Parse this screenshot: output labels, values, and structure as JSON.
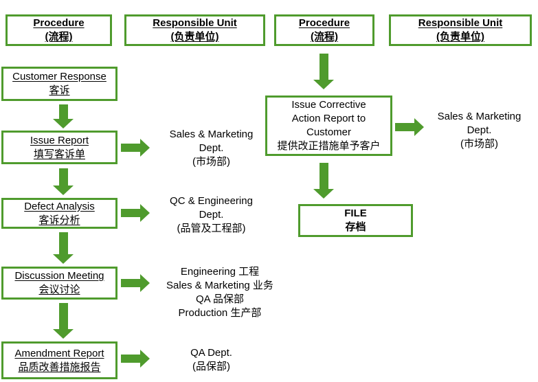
{
  "colors": {
    "green": "#4F9B2D"
  },
  "headers": [
    {
      "line1": "Procedure",
      "line2": "(流程)"
    },
    {
      "line1": "Responsible Unit",
      "line2": "(负责单位)"
    },
    {
      "line1": "Procedure",
      "line2": "(流程)"
    },
    {
      "line1": "Responsible Unit",
      "line2": "(负责单位)"
    }
  ],
  "left": {
    "steps": [
      {
        "line1": "Customer Response",
        "line2": "客诉"
      },
      {
        "line1": "Issue Report",
        "line2": "填写客诉单"
      },
      {
        "line1": "Defect Analysis",
        "line2": "客诉分析"
      },
      {
        "line1": "Discussion Meeting",
        "line2": "会议讨论"
      },
      {
        "line1": "Amendment Report",
        "line2": "品质改善措施报告"
      }
    ],
    "responsibles": [
      {
        "lines": [
          "Sales & Marketing",
          "Dept.",
          "(市场部)"
        ]
      },
      {
        "lines": [
          "QC & Engineering",
          "Dept.",
          "(品管及工程部)"
        ]
      },
      {
        "lines": [
          "Engineering 工程",
          "Sales & Marketing 业务",
          "QA 品保部",
          "Production 生产部"
        ]
      },
      {
        "lines": [
          "QA Dept.",
          "(品保部)"
        ]
      }
    ]
  },
  "right": {
    "corrective_box": {
      "lines": [
        "Issue Corrective",
        "Action Report to",
        "Customer",
        "提供改正措施单予客户"
      ]
    },
    "responsible": {
      "lines": [
        "Sales & Marketing",
        "Dept.",
        "(市场部)"
      ]
    },
    "file_box": {
      "line1": "FILE",
      "line2": "存档"
    }
  }
}
